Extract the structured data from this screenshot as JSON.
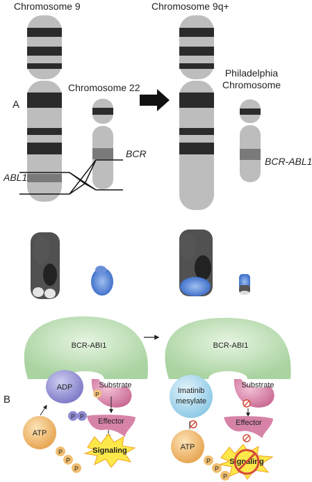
{
  "panel_a": {
    "letter": "A",
    "chr9_title": "Chromosome 9",
    "chr9q_title": "Chromosome 9q+",
    "chr22_title": "Chromosome 22",
    "philadelphia_line1": "Philadelphia",
    "philadelphia_line2": "Chromosome",
    "abl1_label": "ABL1",
    "bcr_label": "BCR",
    "bcr_abl1_label": "BCR-ABL1"
  },
  "panel_b": {
    "letter": "B",
    "left": {
      "protein": "BCR-ABI1",
      "adp": "ADP",
      "p1": "P",
      "p2": "P",
      "substrate": "Substrate",
      "substrate_p": "P",
      "effector": "Effector",
      "signaling": "Signaling",
      "atp": "ATP",
      "atp_p1": "P",
      "atp_p2": "P",
      "atp_p3": "P"
    },
    "right": {
      "protein": "BCR-ABI1",
      "imatinib_line1": "Imatinib",
      "imatinib_line2": "mesylate",
      "substrate": "Substrate",
      "effector": "Effector",
      "signaling": "Signaling",
      "atp": "ATP",
      "atp_p1": "P",
      "atp_p2": "P",
      "atp_p3": "P"
    }
  },
  "colors": {
    "chromosome_light": "#bdbdbd",
    "chromosome_band": "#2b2b2b",
    "chromosome_mid": "#7a7a7a",
    "kinase_green": "#bfe0b7",
    "adp_purple": "#9b97d6",
    "substrate_pink": "#c45e86",
    "effector_pink": "#d783a8",
    "atp_orange": "#f2c27f",
    "imatinib_blue": "#b4dcef",
    "signal_yellow": "#fde84a",
    "inhibit_red": "#d64a3a",
    "fish_blue": "#4f7fd6"
  }
}
